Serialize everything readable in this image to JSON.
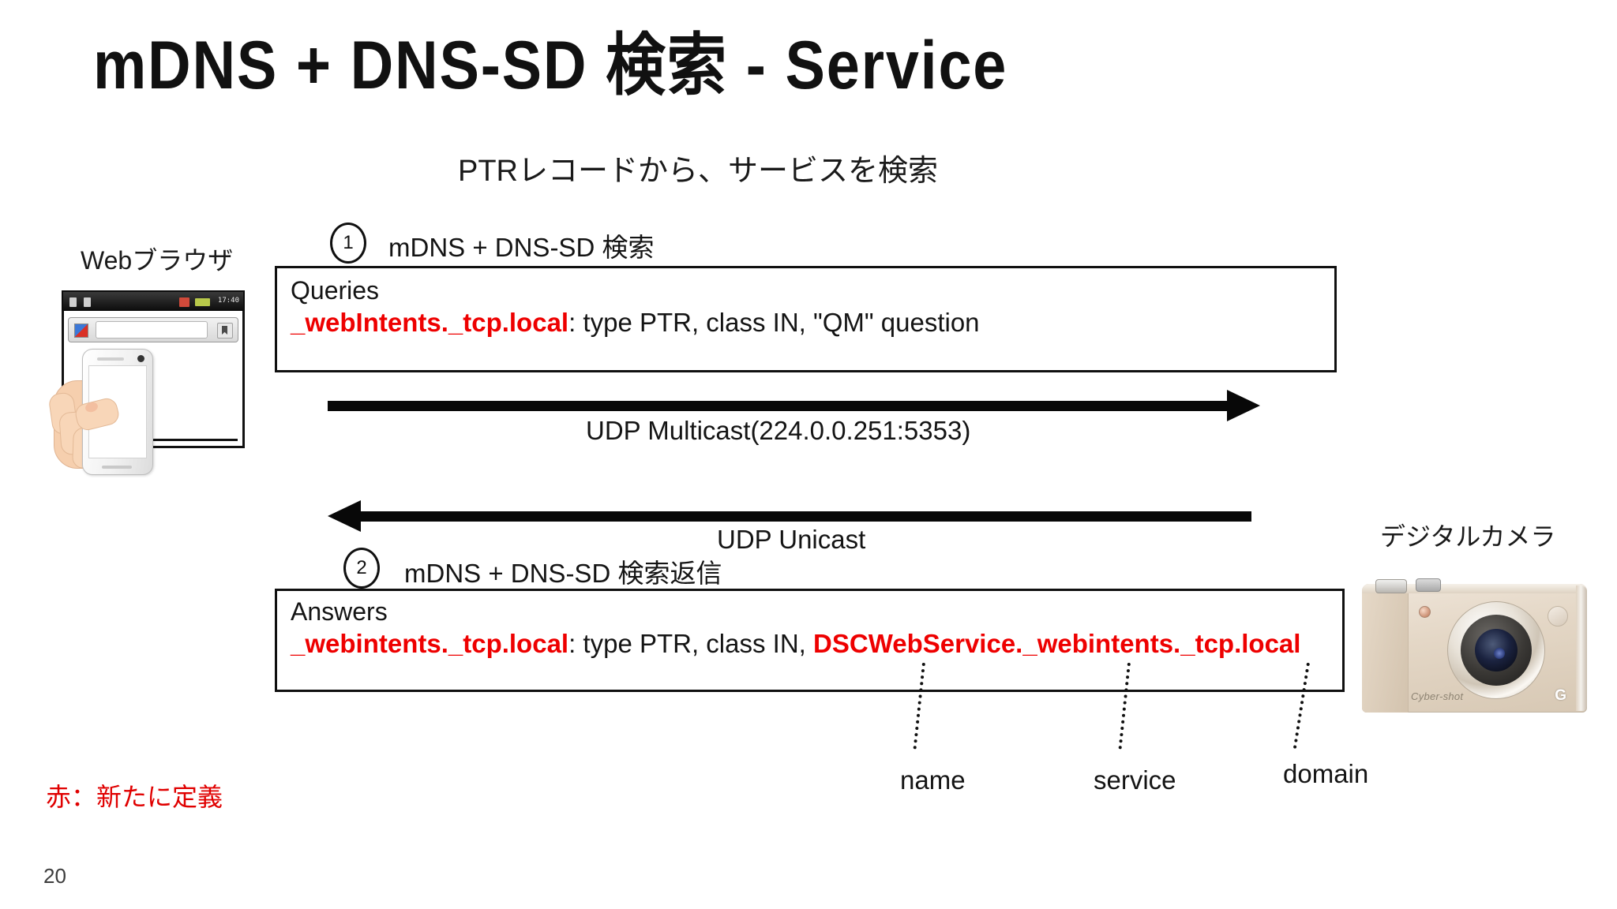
{
  "slide": {
    "title": "mDNS + DNS-SD 検索 - Service",
    "subtitle": "PTRレコードから、サービスを検索",
    "page_number": "20",
    "legend_note": "赤：新たに定義",
    "accent_red": "#ee0000"
  },
  "devices": {
    "browser_label": "Webブラウザ",
    "camera_label": "デジタルカメラ",
    "browser_status_time": "17:40",
    "camera_brand": "Cyber-shot",
    "camera_badge": "G"
  },
  "steps": [
    {
      "number": "1",
      "label": "mDNS + DNS-SD 検索"
    },
    {
      "number": "2",
      "label": "mDNS + DNS-SD 検索返信"
    }
  ],
  "queries_box": {
    "heading": "Queries",
    "record_name": "_webIntents._tcp.local",
    "record_rest": ": type PTR, class IN, \"QM\" question"
  },
  "answers_box": {
    "heading": "Answers",
    "record_name": "_webintents._tcp.local",
    "record_mid": ": type PTR, class IN, ",
    "record_target": "DSCWebService._webintents._tcp.local"
  },
  "arrows": {
    "downstream_label": "UDP Multicast(224.0.0.251:5353)",
    "upstream_label": "UDP Unicast"
  },
  "field_notes": {
    "name": "name",
    "service": "service",
    "domain": "domain"
  }
}
